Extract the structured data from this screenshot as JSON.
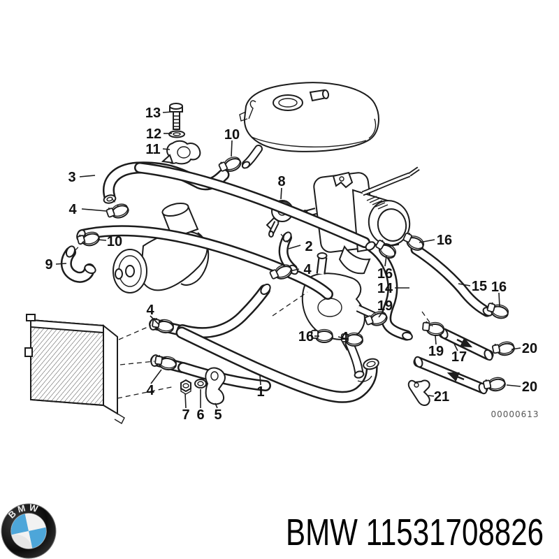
{
  "diagram": {
    "drawing_number": "00000613",
    "callouts": [
      "13",
      "12",
      "11",
      "10",
      "3",
      "4",
      "10",
      "9",
      "8",
      "2",
      "4",
      "16",
      "16",
      "14",
      "19",
      "15",
      "16",
      "4",
      "4",
      "16",
      "4",
      "19",
      "17",
      "20",
      "20",
      "21",
      "7",
      "6",
      "5",
      "1"
    ]
  },
  "footer": {
    "caption": "BMW 11531708826",
    "logo_letters": "BMW"
  },
  "colors": {
    "line": "#1c1c1c",
    "background": "#ffffff",
    "logo_blue": "#4da6d9",
    "logo_black": "#111111",
    "logo_white": "#f2f2f2"
  }
}
